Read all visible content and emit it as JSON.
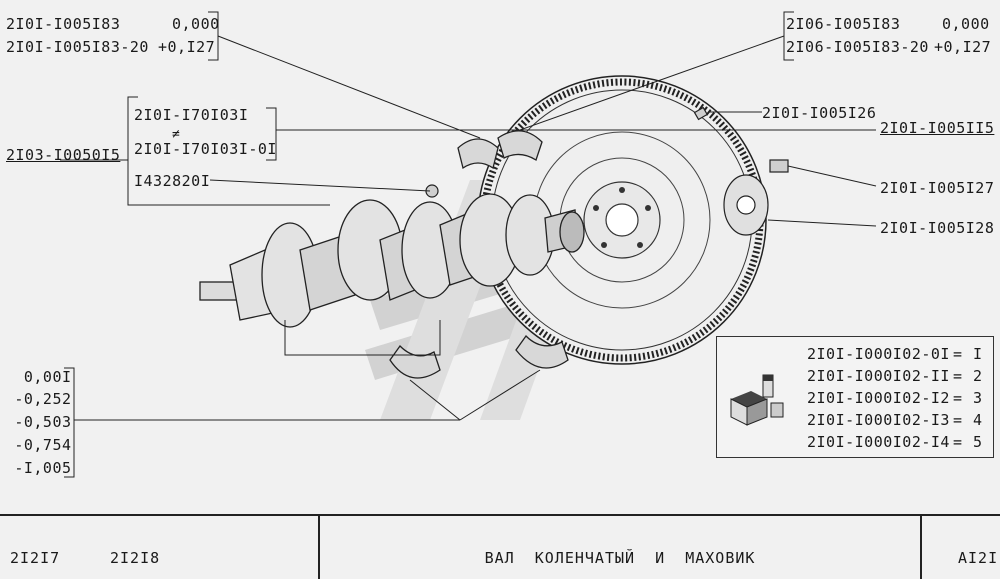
{
  "callouts": {
    "bearing_upper_left": {
      "part_a": "2I0I-I005I83",
      "value_a": "0,000",
      "part_b": "2I0I-I005I83-20",
      "value_b": "+0,I27"
    },
    "bearing_upper_right": {
      "part_a": "2I06-I005I83",
      "value_a": "0,000",
      "part_b": "2I06-I005I83-20",
      "value_b": "+0,I27"
    },
    "seal_group": {
      "part_a": "2I0I-I70I03I",
      "sep": "≠",
      "part_b": "2I0I-I70I03I-0I"
    },
    "assembly": "2I03-I0050I5",
    "nut": "I432820I",
    "pin": "2I0I-I005I26",
    "flywheel": "2I0I-I005II5",
    "bolt": "2I0I-I005I27",
    "washer": "2I0I-I005I28"
  },
  "size_scale": {
    "rows": [
      {
        "size": "0,00",
        "num": "I"
      },
      {
        "size": "-0,25",
        "num": "2"
      },
      {
        "size": "-0,50",
        "num": "3"
      },
      {
        "size": "-0,75",
        "num": "4"
      },
      {
        "size": "-I,00",
        "num": "5"
      }
    ]
  },
  "kit_table": {
    "rows": [
      {
        "part": "2I0I-I000I02-0I",
        "eq": "=",
        "num": "I"
      },
      {
        "part": "2I0I-I000I02-II",
        "eq": "=",
        "num": "2"
      },
      {
        "part": "2I0I-I000I02-I2",
        "eq": "=",
        "num": "3"
      },
      {
        "part": "2I0I-I000I02-I3",
        "eq": "=",
        "num": "4"
      },
      {
        "part": "2I0I-I000I02-I4",
        "eq": "=",
        "num": "5"
      }
    ]
  },
  "footer": {
    "model_a": "2I2I7",
    "model_b": "2I2I8",
    "title": "ВАЛ  КОЛЕНЧАТЫЙ  И  МАХОВИК",
    "code": "AI2I"
  }
}
